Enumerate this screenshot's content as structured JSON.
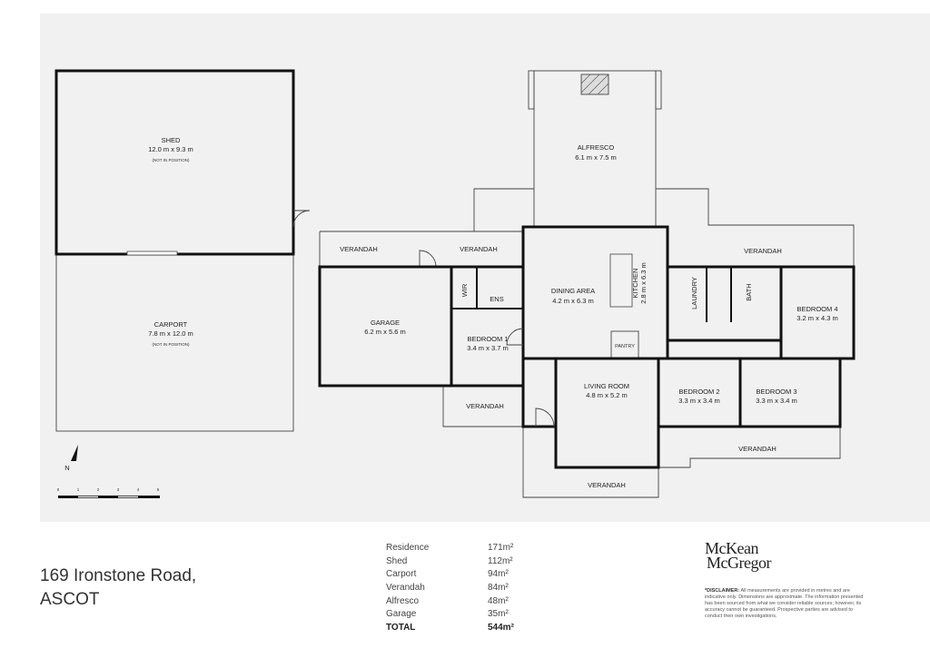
{
  "address": {
    "line1": "169 Ironstone Road,",
    "line2": "ASCOT"
  },
  "rooms": {
    "shed": {
      "name": "SHED",
      "size": "12.0 m x 9.3 m",
      "note": "(NOT IN POSITION)"
    },
    "carport": {
      "name": "CARPORT",
      "size": "7.8 m x 12.0 m",
      "note": "(NOT IN POSITION)"
    },
    "alfresco": {
      "name": "ALFRESCO",
      "size": "6.1 m x 7.5 m"
    },
    "garage": {
      "name": "GARAGE",
      "size": "6.2 m x 5.6 m"
    },
    "bedroom1": {
      "name": "BEDROOM 1",
      "size": "3.4 m x 3.7 m"
    },
    "dining": {
      "name": "DINING AREA",
      "size": "4.2 m x 6.3 m"
    },
    "kitchen": {
      "name": "KITCHEN",
      "size": "2.8 m x 6.3 m"
    },
    "living": {
      "name": "LIVING ROOM",
      "size": "4.8 m x 5.2 m"
    },
    "bedroom2": {
      "name": "BEDROOM 2",
      "size": "3.3 m x 3.4 m"
    },
    "bedroom3": {
      "name": "BEDROOM 3",
      "size": "3.3 m x 3.4 m"
    },
    "bedroom4": {
      "name": "BEDROOM 4",
      "size": "3.2 m x 4.3 m"
    },
    "wir": "WIR",
    "ens": "ENS",
    "pantry": "PANTRY",
    "laundry": "LAUNDRY",
    "bath": "BATH",
    "verandah": "VERANDAH"
  },
  "compass": "N",
  "scale": [
    "0",
    "1",
    "2",
    "3",
    "4",
    "5"
  ],
  "areas": [
    {
      "label": "Residence",
      "value": "171m²"
    },
    {
      "label": "Shed",
      "value": "112m²"
    },
    {
      "label": "Carport",
      "value": "94m²"
    },
    {
      "label": "Verandah",
      "value": "84m²"
    },
    {
      "label": "Alfresco",
      "value": "48m²"
    },
    {
      "label": "Garage",
      "value": "35m²"
    }
  ],
  "total": {
    "label": "TOTAL",
    "value": "544m²"
  },
  "logo": {
    "line1": "McKean",
    "line2": "McGregor"
  },
  "disclaimer": {
    "title": "*DISCLAIMER:",
    "text": "All measurements are provided in metres and are indicative only. Dimensions are approximate. The information presented has been sourced from what we consider reliable sources; however, its accuracy cannot be guaranteed. Prospective parties are advised to conduct their own investigations."
  }
}
